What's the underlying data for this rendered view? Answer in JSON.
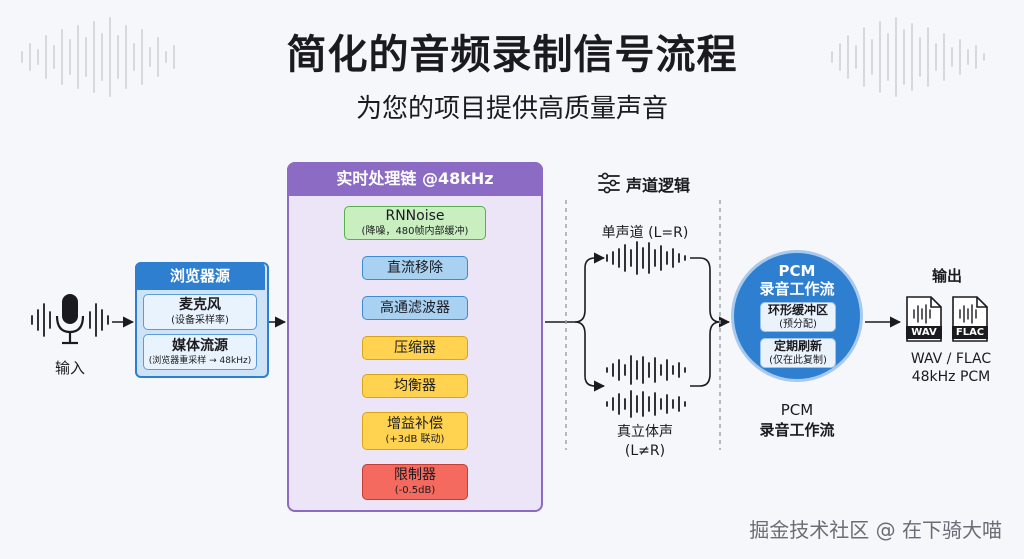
{
  "title": "简化的音频录制信号流程",
  "subtitle": "为您的项目提供高质量声音",
  "input": {
    "label": "输入"
  },
  "browser_source": {
    "title": "浏览器源",
    "items": [
      {
        "main": "麦克风",
        "sub": "(设备采样率)"
      },
      {
        "main": "媒体流源",
        "sub": "(浏览器重采样 → 48kHz)"
      }
    ]
  },
  "processing_chain": {
    "title": "实时处理链 @48kHz",
    "steps": [
      {
        "main": "RNNoise",
        "sub": "(降噪，480帧内部缓冲)"
      },
      {
        "main": "直流移除",
        "sub": ""
      },
      {
        "main": "高通滤波器",
        "sub": ""
      },
      {
        "main": "压缩器",
        "sub": ""
      },
      {
        "main": "均衡器",
        "sub": ""
      },
      {
        "main": "增益补偿",
        "sub": "(+3dB 联动)"
      },
      {
        "main": "限制器",
        "sub": "(-0.5dB)"
      }
    ]
  },
  "channel_logic": {
    "title": "声道逻辑",
    "mono": "单声道 (L=R)",
    "stereo_line1": "真立体声",
    "stereo_line2": "(L≠R)"
  },
  "pcm": {
    "title_line1": "PCM",
    "title_line2": "录音工作流",
    "items": [
      {
        "main": "环形缓冲区",
        "sub": "(预分配)"
      },
      {
        "main": "定期刷新",
        "sub": "(仅在此复制)"
      }
    ],
    "caption_line1": "PCM",
    "caption_line2": "录音工作流"
  },
  "output": {
    "title": "输出",
    "wav_badge": "WAV",
    "flac_badge": "FLAC",
    "format_line1": "WAV / FLAC",
    "format_line2": "48kHz PCM"
  },
  "watermark": "掘金技术社区 @ 在下骑大喵",
  "colors": {
    "browser": "#2f7fd0",
    "chain": "#8b6bc4",
    "green": "#c9efc1",
    "blue": "#a9d1f2",
    "yellow": "#ffd34f",
    "red": "#f46a5f"
  }
}
